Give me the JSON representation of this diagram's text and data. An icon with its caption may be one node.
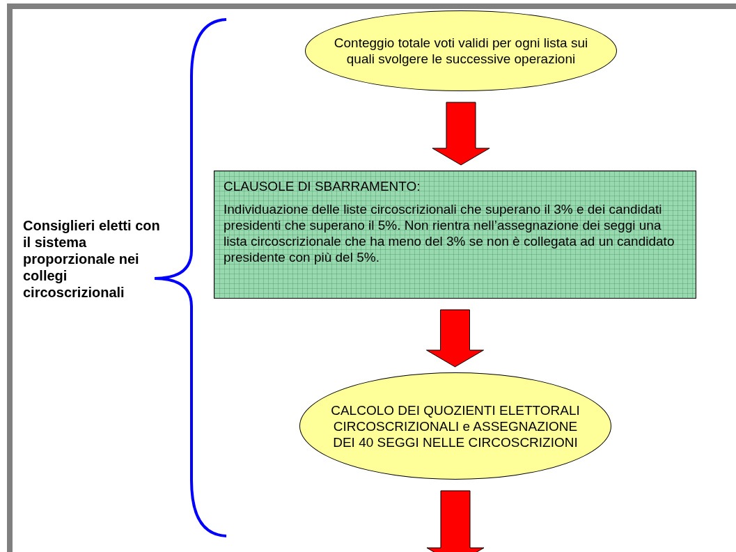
{
  "diagram": {
    "nodes": [
      {
        "text": [
          "Conteggio totale voti validi per ogni lista sui quali svolgere le successive operazioni"
        ]
      },
      {
        "text": [
          "CLAUSOLE DI SBARRAMENTO:",
          "Individuazione delle liste circoscrizionali che superano il 3% e dei candidati presidenti che superano il 5%. Non rientra nell’assegnazione dei seggi una lista circoscrizionale che ha meno del 3% se non è collegata ad un candidato presidente con più del 5%."
        ]
      },
      {
        "text": [
          "CALCOLO DEI QUOZIENTI ELETTORALI CIRCOSCRIZIONALI e ASSEGNAZIONE DEI 40 SEGGI NELLE CIRCOSCRIZIONI"
        ]
      }
    ],
    "edges": [
      {
        "from": 0,
        "to": 1,
        "arrow": "to"
      },
      {
        "from": 1,
        "to": 2,
        "arrow": "to"
      },
      {
        "from": 2,
        "to": null,
        "arrow": "to"
      }
    ],
    "labels": [
      "Consiglieri eletti con il sistema proporzionale nei collegi circoscrizionali"
    ]
  }
}
